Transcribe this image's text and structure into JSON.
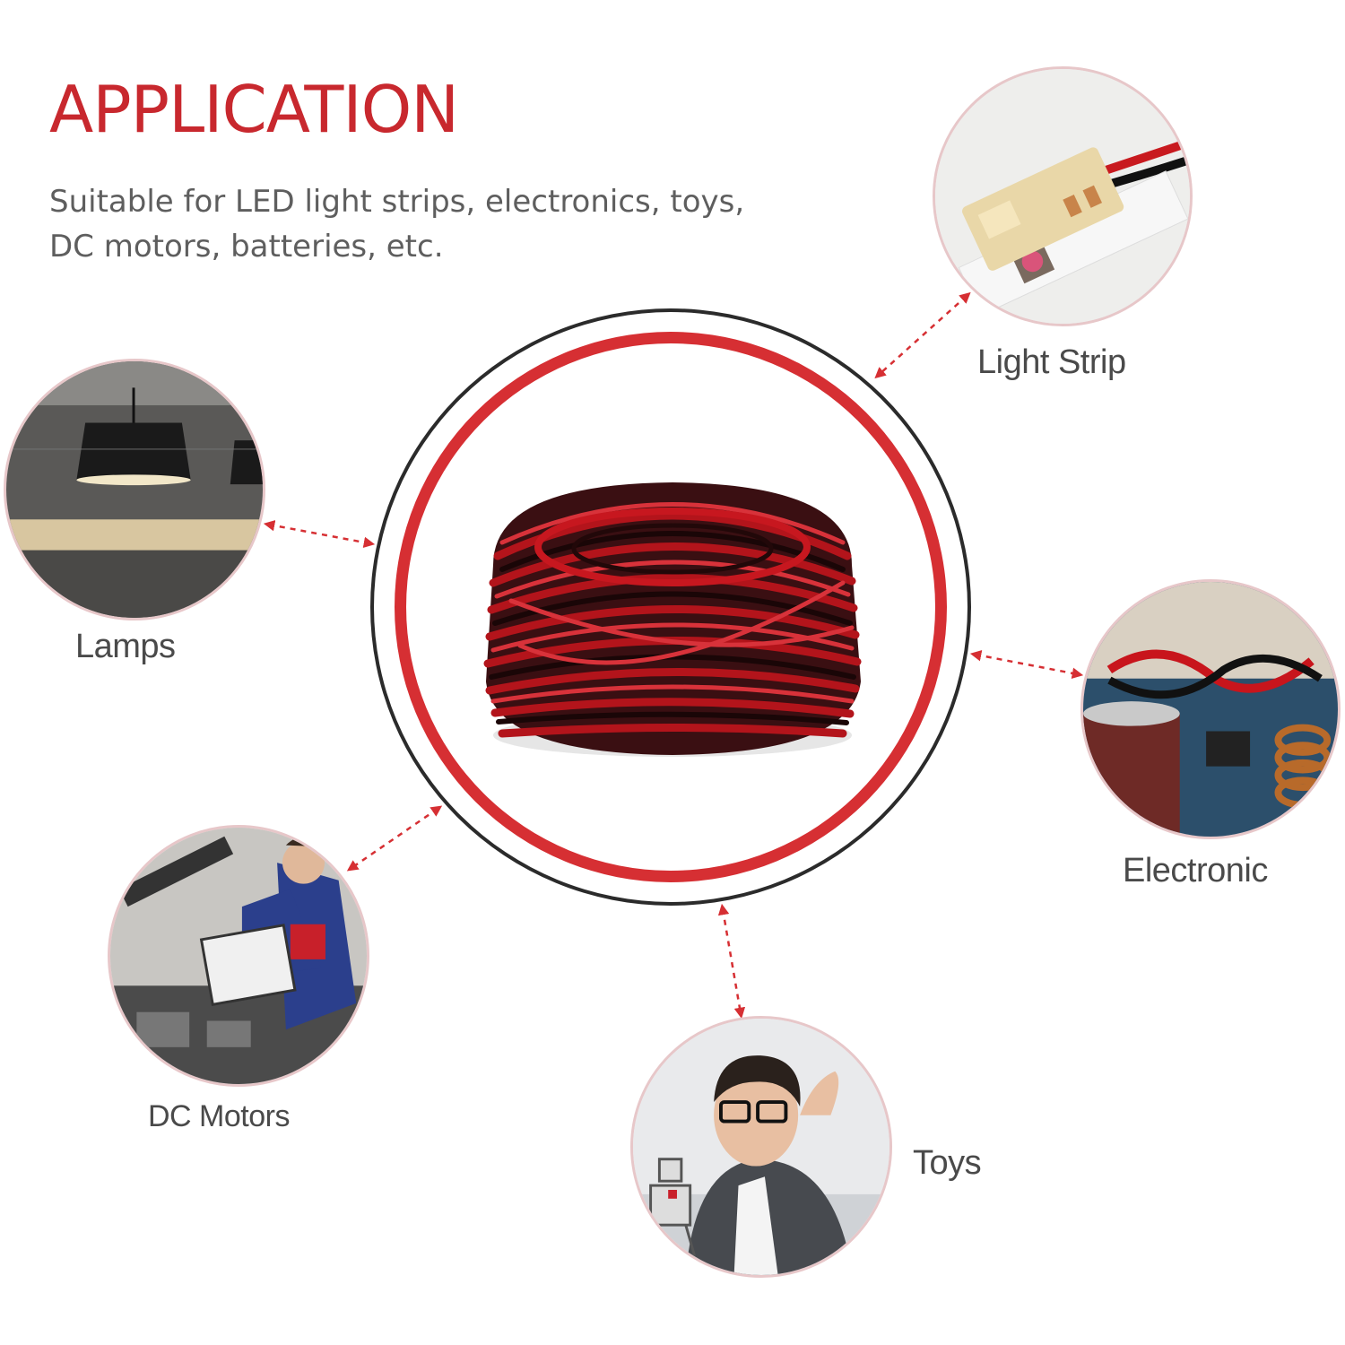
{
  "heading": {
    "title": "APPLICATION",
    "description": "Suitable for LED light strips, electronics, toys, DC motors, batteries, etc."
  },
  "applications": [
    {
      "label": "Light Strip"
    },
    {
      "label": "Lamps"
    },
    {
      "label": "Electronic"
    },
    {
      "label": "DC Motors"
    },
    {
      "label": "Toys"
    }
  ],
  "colors": {
    "accent_red": "#d62f33",
    "title_red": "#c8282e",
    "ring_dark": "#2b2b2b",
    "text_gray": "#5e5e5e"
  }
}
